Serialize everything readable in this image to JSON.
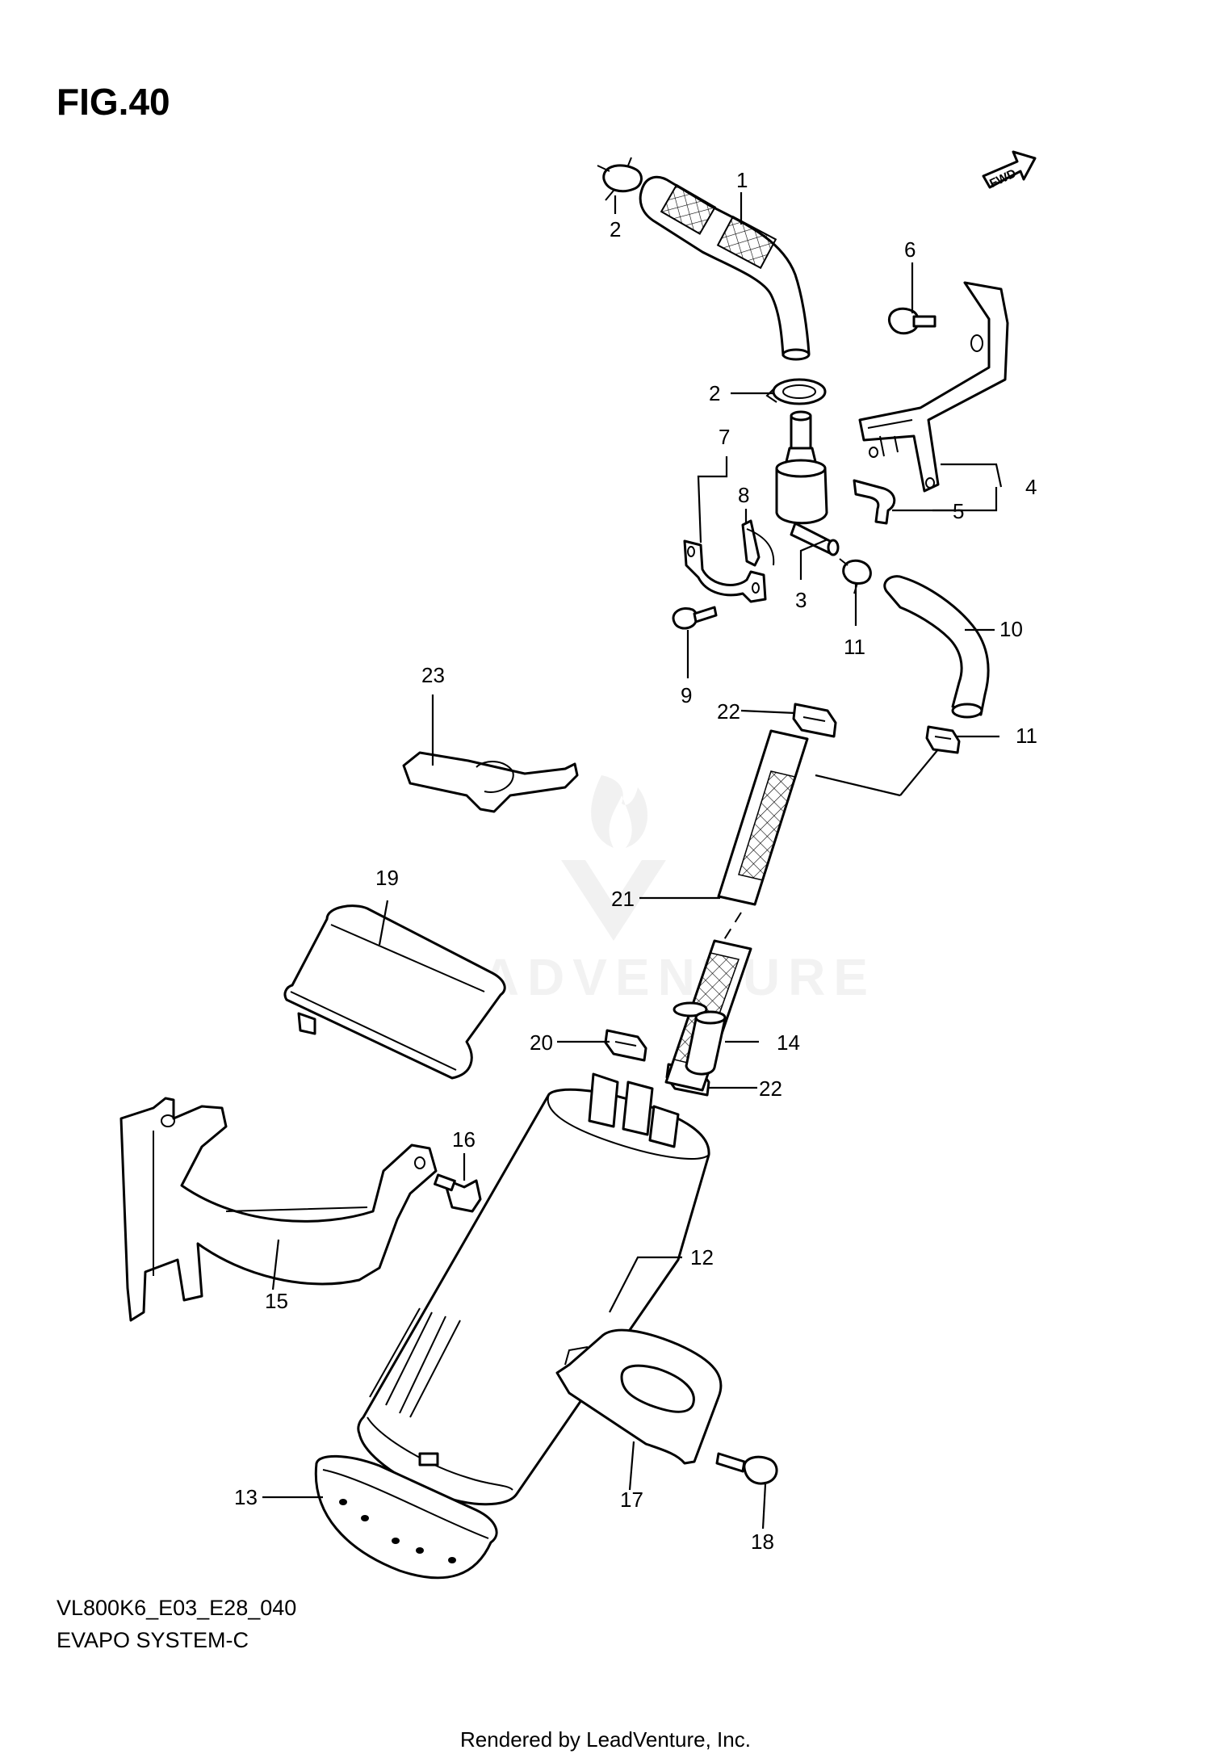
{
  "figure": {
    "title": "FIG.40"
  },
  "fwd_label": "FWD",
  "watermark": "LEADVENTURE",
  "footer": {
    "model_code": "VL800K6_E03_E28_040",
    "section": "EVAPO SYSTEM-C",
    "credit": "Rendered by LeadVenture, Inc."
  },
  "callouts": {
    "c1": "1",
    "c2a": "2",
    "c2b": "2",
    "c3": "3",
    "c4": "4",
    "c5": "5",
    "c6": "6",
    "c7": "7",
    "c8": "8",
    "c9": "9",
    "c10": "10",
    "c11a": "11",
    "c11b": "11",
    "c12": "12",
    "c13": "13",
    "c14": "14",
    "c15": "15",
    "c16": "16",
    "c17": "17",
    "c18": "18",
    "c19": "19",
    "c20": "20",
    "c21": "21",
    "c22a": "22",
    "c22b": "22",
    "c23": "23"
  }
}
